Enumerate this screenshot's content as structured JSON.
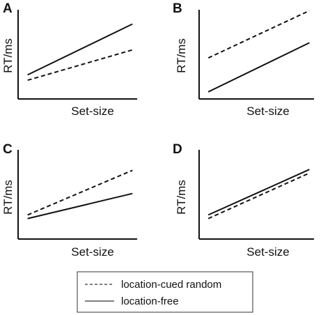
{
  "chart_data": [
    {
      "type": "line",
      "panel": "A",
      "xlabel": "Set-size",
      "ylabel": "RT/ms",
      "xlim": [
        0,
        1
      ],
      "ylim": [
        0,
        1
      ],
      "ticks": false,
      "grid": false,
      "series": [
        {
          "key": "free",
          "x": [
            0.08,
            0.96
          ],
          "y": [
            0.27,
            0.84
          ]
        },
        {
          "key": "cued",
          "x": [
            0.08,
            0.96
          ],
          "y": [
            0.21,
            0.55
          ]
        }
      ]
    },
    {
      "type": "line",
      "panel": "B",
      "xlabel": "Set-size",
      "ylabel": "RT/ms",
      "xlim": [
        0,
        1
      ],
      "ylim": [
        0,
        1
      ],
      "ticks": false,
      "grid": false,
      "series": [
        {
          "key": "free",
          "x": [
            0.08,
            0.96
          ],
          "y": [
            0.08,
            0.63
          ]
        },
        {
          "key": "cued",
          "x": [
            0.08,
            0.96
          ],
          "y": [
            0.46,
            0.99
          ]
        }
      ]
    },
    {
      "type": "line",
      "panel": "C",
      "xlabel": "Set-size",
      "ylabel": "RT/ms",
      "xlim": [
        0,
        1
      ],
      "ylim": [
        0,
        1
      ],
      "ticks": false,
      "grid": false,
      "series": [
        {
          "key": "free",
          "x": [
            0.08,
            0.96
          ],
          "y": [
            0.23,
            0.51
          ]
        },
        {
          "key": "cued",
          "x": [
            0.08,
            0.96
          ],
          "y": [
            0.27,
            0.77
          ]
        }
      ]
    },
    {
      "type": "line",
      "panel": "D",
      "xlabel": "Set-size",
      "ylabel": "RT/ms",
      "xlim": [
        0,
        1
      ],
      "ylim": [
        0,
        1
      ],
      "ticks": false,
      "grid": false,
      "series": [
        {
          "key": "free",
          "x": [
            0.08,
            0.96
          ],
          "y": [
            0.27,
            0.78
          ]
        },
        {
          "key": "cued",
          "x": [
            0.08,
            0.96
          ],
          "y": [
            0.23,
            0.74
          ]
        }
      ]
    }
  ],
  "legend": {
    "placement": "bottom-center",
    "entries": [
      {
        "key": "cued",
        "label": "location-cued random",
        "style": "dashed"
      },
      {
        "key": "free",
        "label": "location-free",
        "style": "solid"
      }
    ]
  },
  "colors": {
    "line": "#111111",
    "legend_line": "#555555",
    "legend_border": "#333333",
    "background": "#ffffff"
  }
}
